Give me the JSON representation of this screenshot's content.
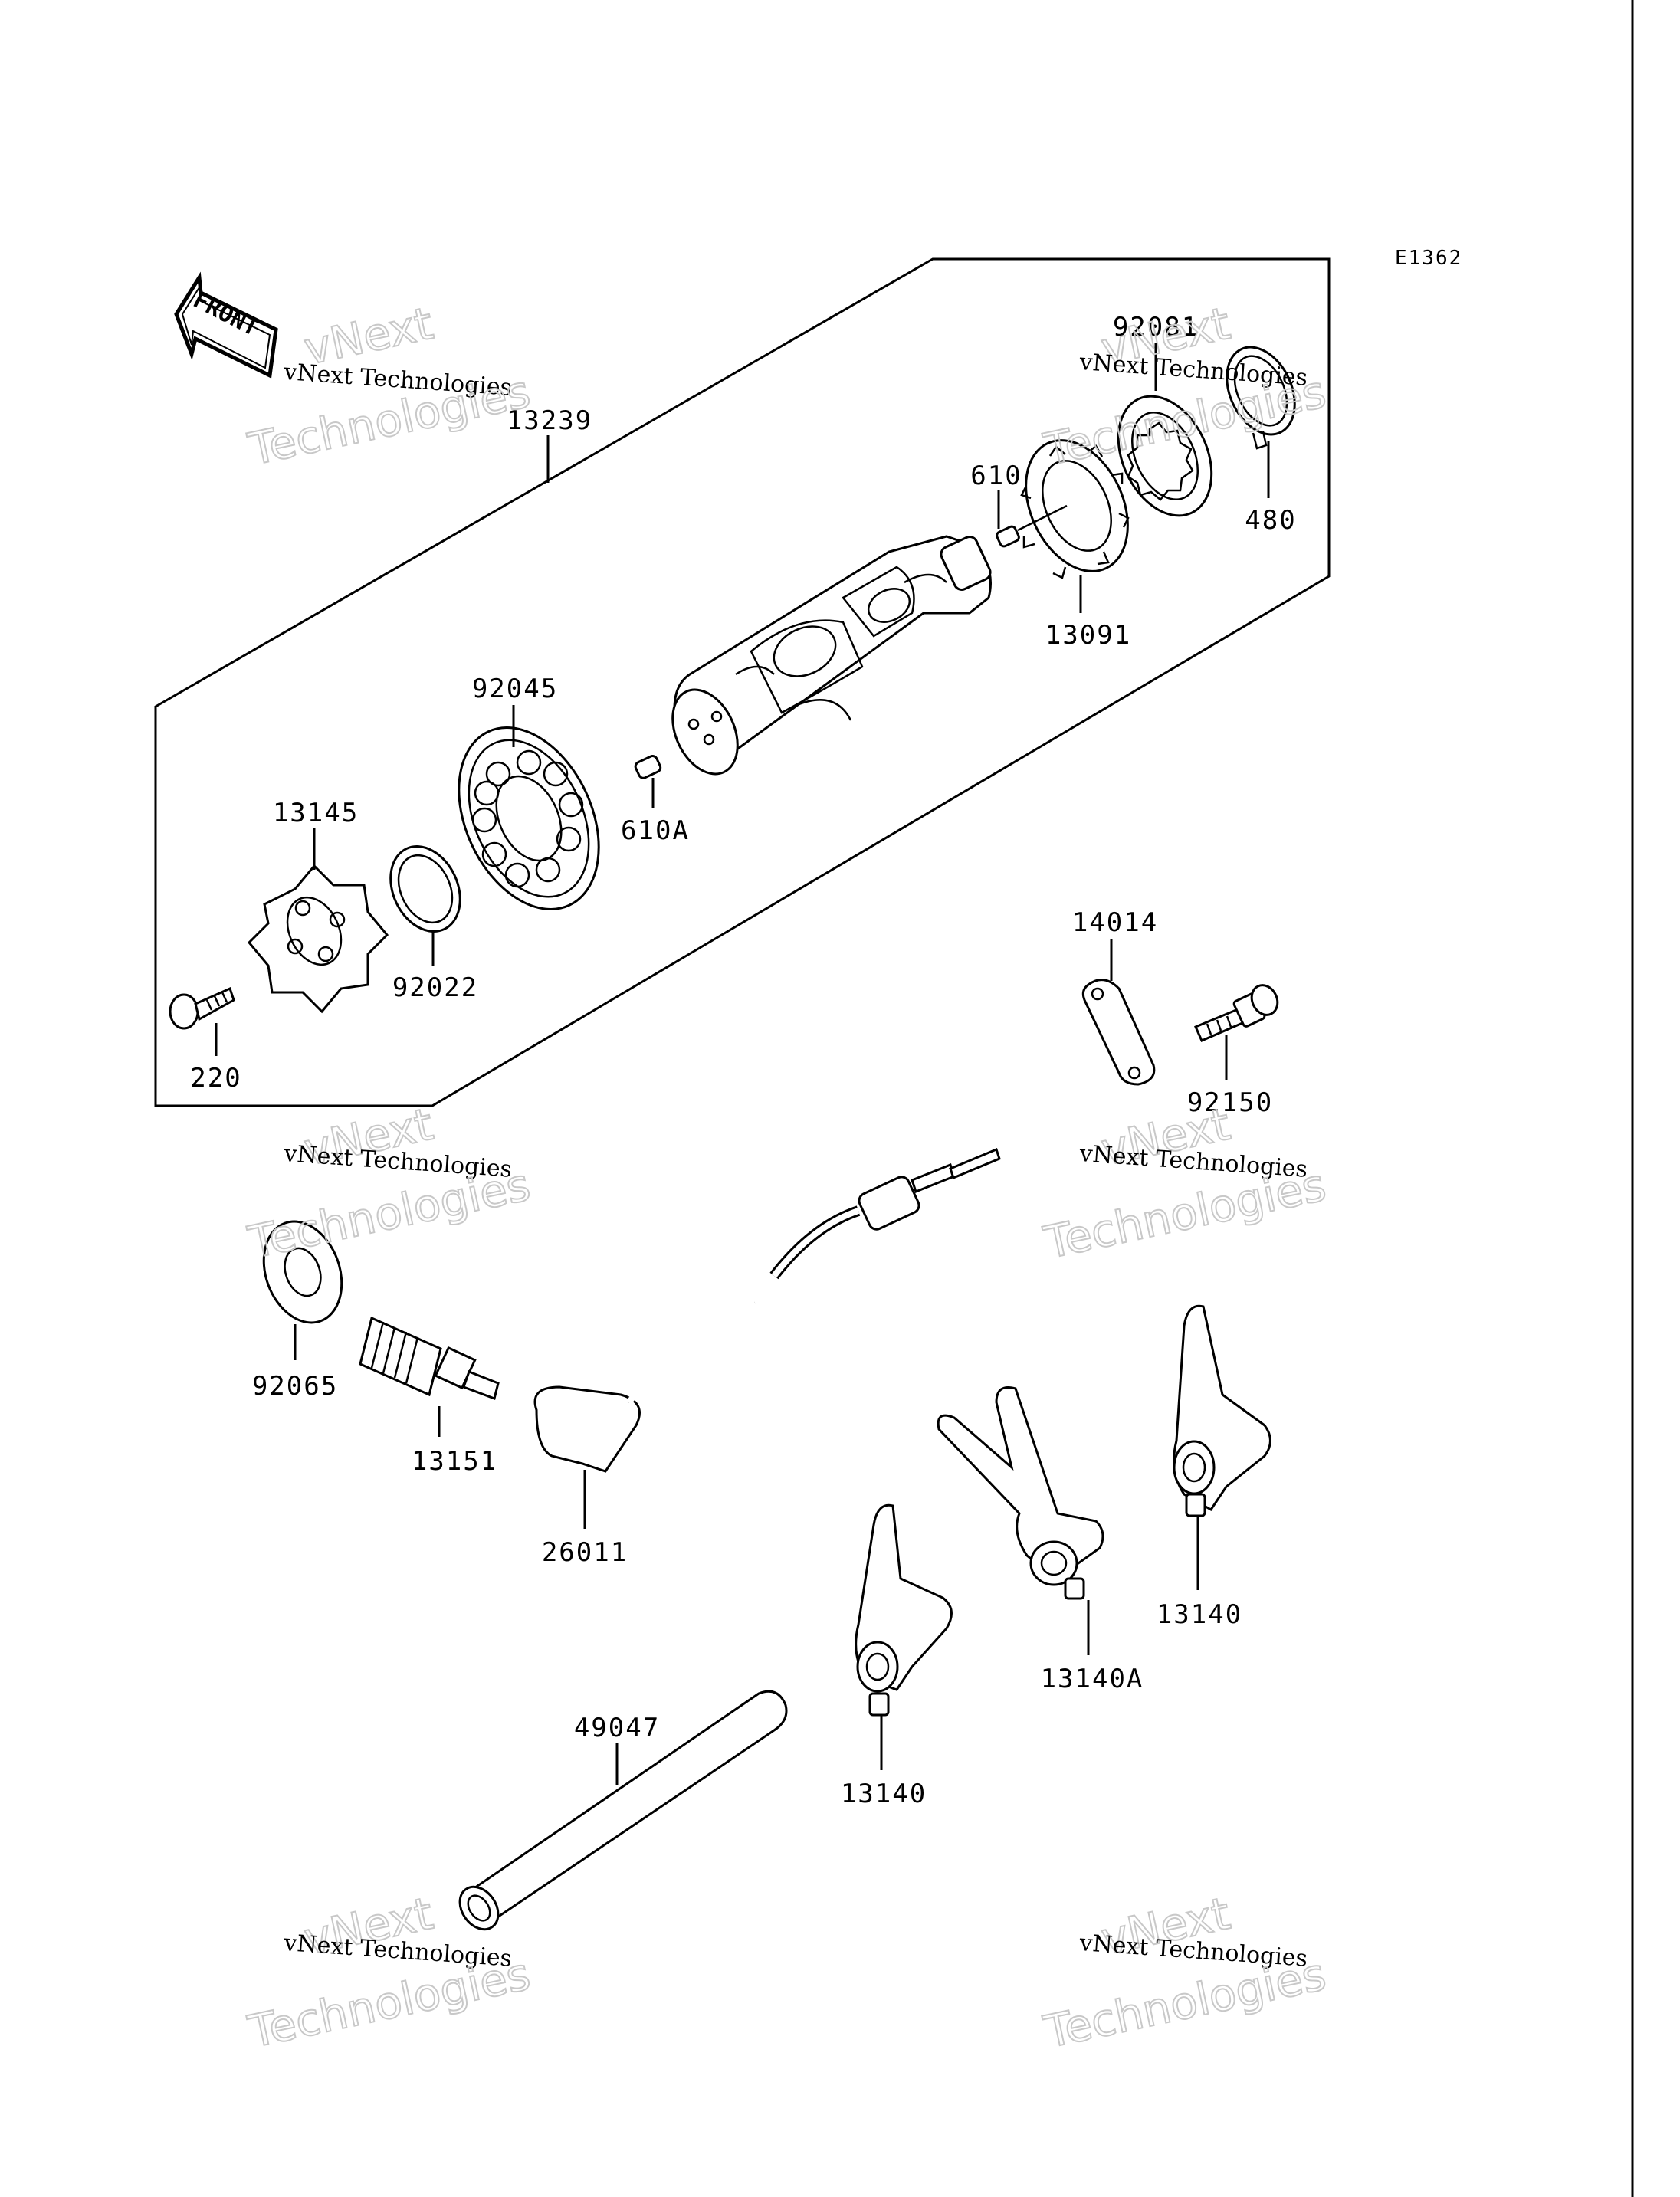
{
  "diagram_code": "E1362",
  "front_label": "FRONT",
  "watermark": {
    "line1": "vNext Technologies",
    "line2": "vNext",
    "line3": "Technologies"
  },
  "parts": {
    "p13239": "13239",
    "p92081": "92081",
    "p610": "610",
    "p480": "480",
    "p13091": "13091",
    "p92045": "92045",
    "p610A": "610A",
    "p13145": "13145",
    "p92022": "92022",
    "p220": "220",
    "p14014": "14014",
    "p92150": "92150",
    "p92065": "92065",
    "p13151": "13151",
    "p26011": "26011",
    "p13140a": "13140",
    "p13140A": "13140A",
    "p13140b": "13140",
    "p49047": "49047"
  }
}
